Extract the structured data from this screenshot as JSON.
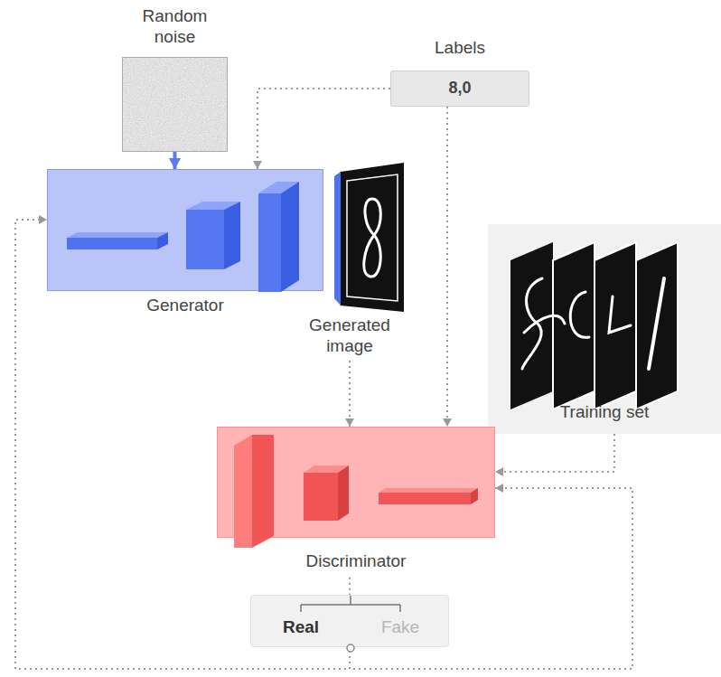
{
  "diagram": {
    "nodes": [
      {
        "text": [
          "Random noise"
        ]
      },
      {
        "text": [
          "Labels",
          "8,0"
        ]
      },
      {
        "text": [
          "Generator"
        ]
      },
      {
        "text": [
          "Generated image"
        ]
      },
      {
        "text": [
          "Training set"
        ]
      },
      {
        "text": [
          "Discriminator"
        ]
      },
      {
        "text": [
          "Real",
          "Fake"
        ]
      }
    ],
    "edges": [
      {
        "from": 0,
        "to": 2,
        "arrow": "to"
      },
      {
        "from": 1,
        "to": 2,
        "arrow": "to"
      },
      {
        "from": 1,
        "to": 5,
        "arrow": "to"
      },
      {
        "from": 3,
        "to": 5,
        "arrow": "to"
      },
      {
        "from": 4,
        "to": 5,
        "arrow": "to"
      },
      {
        "from": 5,
        "to": 6,
        "arrow": "none"
      },
      {
        "from": 6,
        "to": 2,
        "arrow": "to"
      },
      {
        "from": 6,
        "to": 5,
        "arrow": "to"
      }
    ]
  }
}
